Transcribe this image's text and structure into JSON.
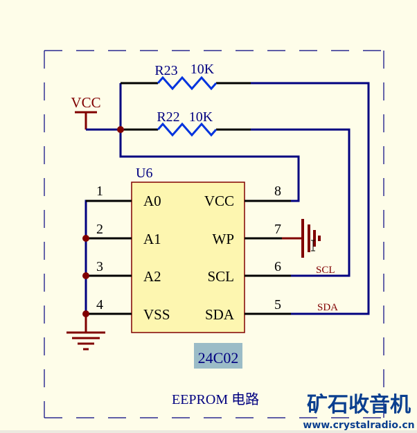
{
  "colors": {
    "background": "#fefde9",
    "wire": "#000080",
    "pin_line": "#000000",
    "power_symbol": "#800000",
    "junction": "#800000",
    "resistor": "#0033dd",
    "chip_fill": "#fdf6b0",
    "chip_border": "#800000",
    "label_text": "#000080",
    "net_label": "#800000",
    "part_value_highlight": "#9bbcc7",
    "watermark": "#0a3f8f"
  },
  "schematic": {
    "power_label": "VCC",
    "resistors": [
      {
        "designator": "R23",
        "value": "10K"
      },
      {
        "designator": "R22",
        "value": "10K"
      }
    ],
    "chip": {
      "designator": "U6",
      "part_value": "24C02",
      "left_pins": [
        {
          "number": "1",
          "name": "A0"
        },
        {
          "number": "2",
          "name": "A1"
        },
        {
          "number": "3",
          "name": "A2"
        },
        {
          "number": "4",
          "name": "VSS"
        }
      ],
      "right_pins": [
        {
          "number": "8",
          "name": "VCC"
        },
        {
          "number": "7",
          "name": "WP"
        },
        {
          "number": "6",
          "name": "SCL"
        },
        {
          "number": "5",
          "name": "SDA"
        }
      ]
    },
    "net_labels": [
      "SCL",
      "SDA"
    ],
    "title": "EEPROM 电路"
  },
  "watermark": {
    "title": "矿石收音机",
    "url": "www.crystalradio.cn"
  }
}
